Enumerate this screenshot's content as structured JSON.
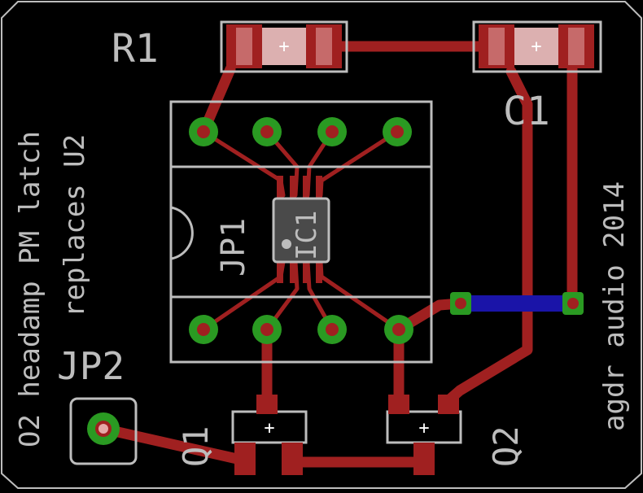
{
  "board": {
    "outline_color": "#bdbdbd",
    "background": "#000000"
  },
  "labels": {
    "r1": "R1",
    "c1": "C1",
    "jp1": "JP1",
    "jp2": "JP2",
    "ic1": "IC1",
    "q1": "Q1",
    "q2": "Q2",
    "left_line1": "O2 headamp PM latch",
    "left_line2": "replaces U2",
    "right_text": "agdr audio 2014"
  },
  "pad_markers": {
    "plus": "+"
  },
  "colors": {
    "top_copper": "#a02020",
    "bottom_copper": "#1a14a8",
    "pad_ring": "#2a9a22",
    "silkscreen": "#bdbdbd",
    "smd_highlight": "#e6a8a8",
    "ic_body": "#4a4a4a"
  }
}
